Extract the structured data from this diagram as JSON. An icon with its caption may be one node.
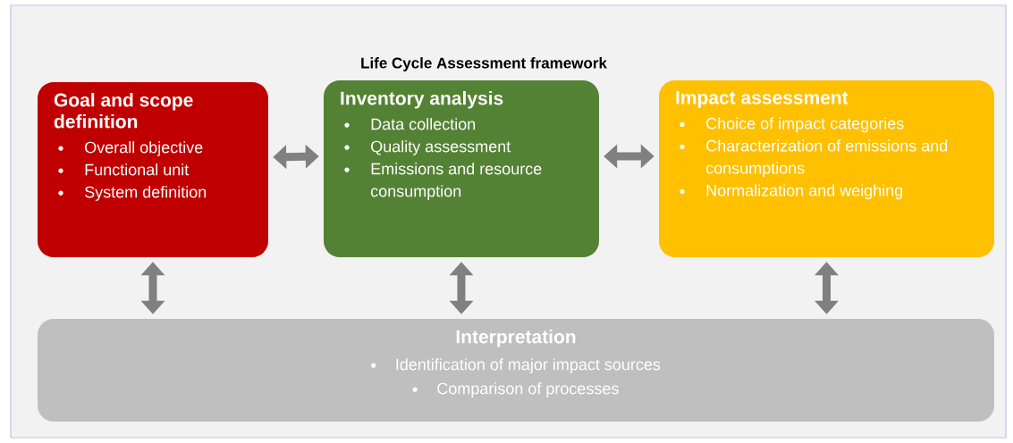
{
  "diagram": {
    "title": "Life Cycle Assessment framework",
    "nodes": [
      {
        "text": [
          "Goal and scope definition",
          "Overall objective",
          "Functional unit",
          "System definition"
        ]
      },
      {
        "text": [
          "Inventory analysis",
          "Data collection",
          "Quality assessment",
          "Emissions and resource consumption"
        ]
      },
      {
        "text": [
          "Impact assessment",
          "Choice of impact categories",
          "Characterization of emissions and consumptions",
          "Normalization and weighing"
        ]
      },
      {
        "text": [
          "Interpretation",
          "Identification of major impact sources",
          "Comparison of processes"
        ]
      }
    ],
    "edges": [
      {
        "from": 0,
        "to": 1,
        "arrow": "both"
      },
      {
        "from": 1,
        "to": 2,
        "arrow": "both"
      },
      {
        "from": 0,
        "to": 3,
        "arrow": "both"
      },
      {
        "from": 1,
        "to": 3,
        "arrow": "both"
      },
      {
        "from": 2,
        "to": 3,
        "arrow": "both"
      }
    ]
  }
}
